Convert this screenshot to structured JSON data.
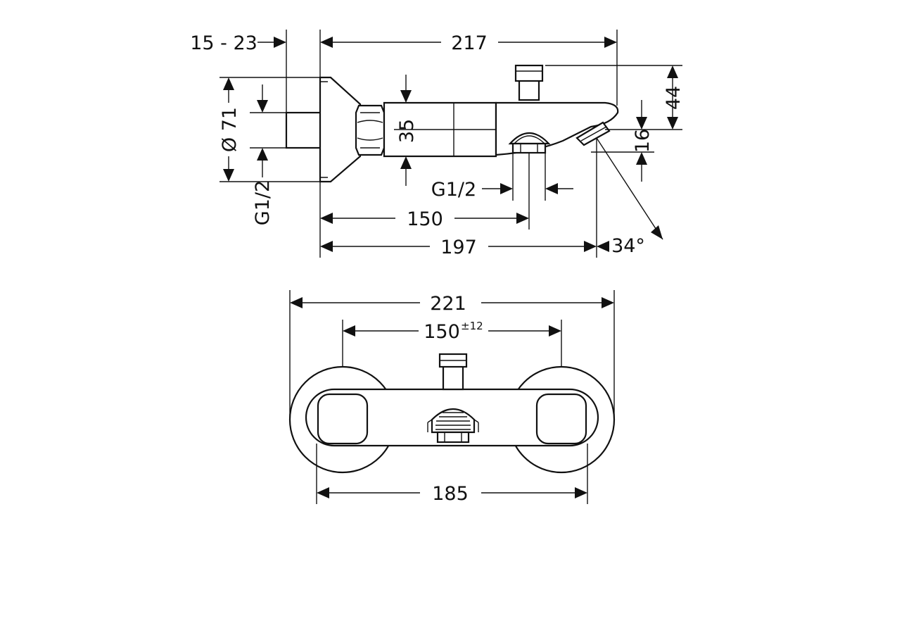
{
  "side_view": {
    "depth_range": "15 - 23",
    "length_total": "217",
    "diverter_height": "44",
    "diameter": "Ø 71",
    "body_diameter": "35",
    "spout_offset": "16",
    "inlet_thread": "G1/2",
    "outlet_thread": "G1/2",
    "spout_outlet_distance": "150",
    "spout_length": "197",
    "spout_angle": "34°"
  },
  "front_view": {
    "width_total": "221",
    "inlet_spacing": "150",
    "inlet_spacing_tolerance": "±12",
    "body_width": "185"
  }
}
